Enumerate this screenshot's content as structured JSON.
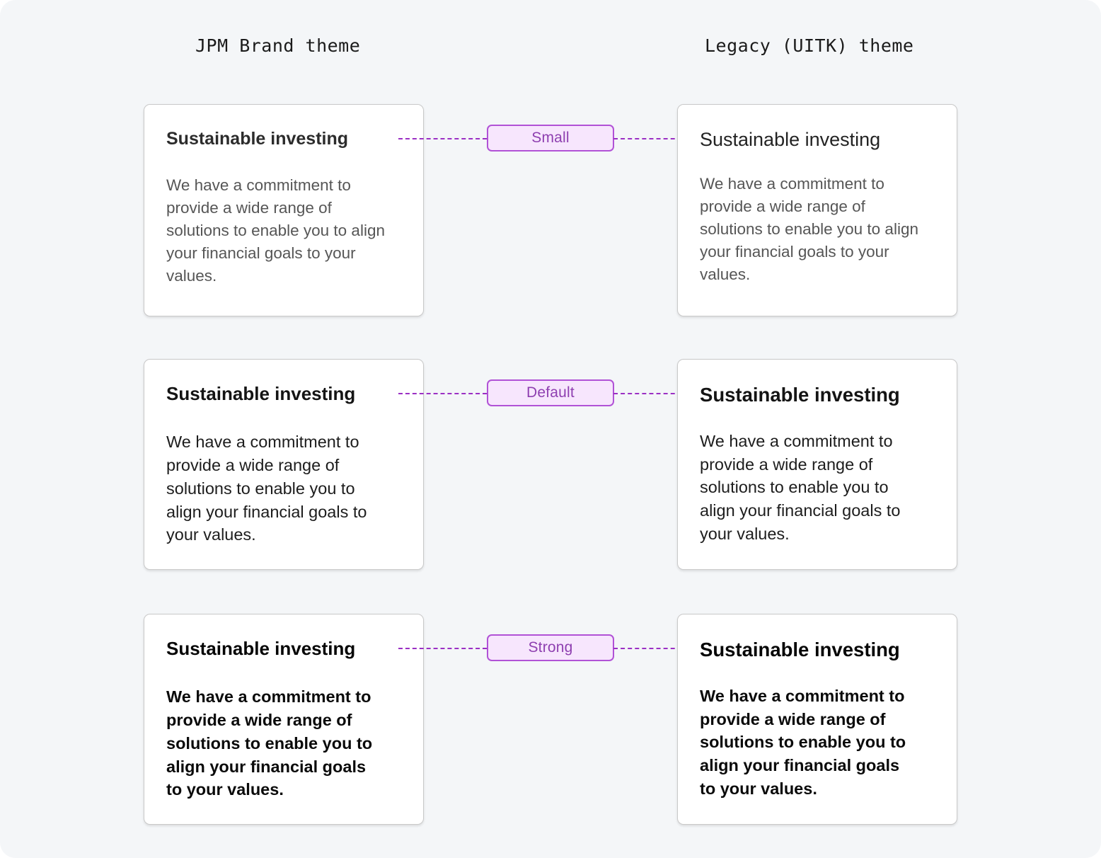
{
  "columns": {
    "left_label": "JPM Brand theme",
    "right_label": "Legacy (UITK) theme"
  },
  "accent": {
    "badge_border": "#b152d6",
    "badge_fill": "#f7e6fd",
    "badge_text": "#8e3fb0",
    "connector_line": "#9b30c4"
  },
  "page": {
    "background": "#f4f6f8",
    "card_background": "#ffffff",
    "card_border": "#c9c9c9"
  },
  "rows": [
    {
      "badge": "Small",
      "left": {
        "title": "Sustainable investing",
        "body": "We have a commitment to provide a wide range of solutions to enable you to align your financial goals to your values."
      },
      "right": {
        "title": "Sustainable investing",
        "body": "We have a commitment to provide a wide range of solutions to enable you to align your financial goals to your values."
      }
    },
    {
      "badge": "Default",
      "left": {
        "title": "Sustainable investing",
        "body": "We have a commitment to provide a wide range of solutions to enable you to align your financial goals to your values."
      },
      "right": {
        "title": "Sustainable investing",
        "body": "We have a commitment to provide a wide range of solutions to enable you to align your financial goals to your values."
      }
    },
    {
      "badge": "Strong",
      "left": {
        "title": "Sustainable investing",
        "body": "We have a commitment to provide a wide range of solutions to enable you to align your financial goals to your values."
      },
      "right": {
        "title": "Sustainable investing",
        "body": "We have a commitment to provide a wide range of solutions to enable you to align your financial goals to your values."
      }
    }
  ]
}
